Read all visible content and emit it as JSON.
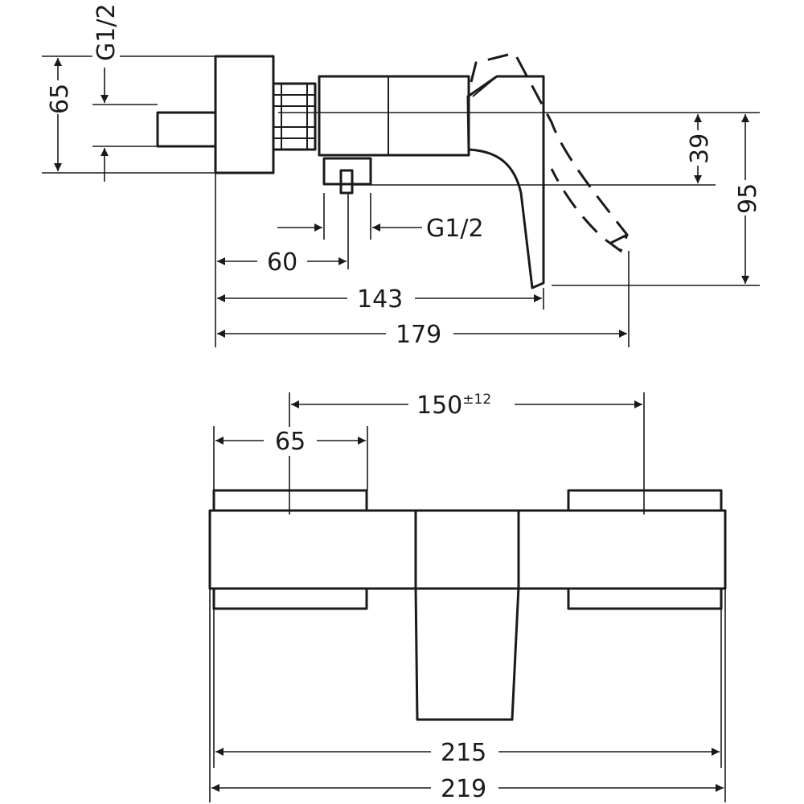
{
  "side_view": {
    "dim_thread_left": "G1/2",
    "dim_height_65": "65",
    "dim_39": "39",
    "dim_95": "95",
    "dim_thread_bottom": "G1/2",
    "dim_60": "60",
    "dim_143": "143",
    "dim_179": "179"
  },
  "front_view": {
    "dim_center_distance": "150",
    "dim_center_tolerance": "±12",
    "dim_65": "65",
    "dim_215": "215",
    "dim_219": "219"
  }
}
